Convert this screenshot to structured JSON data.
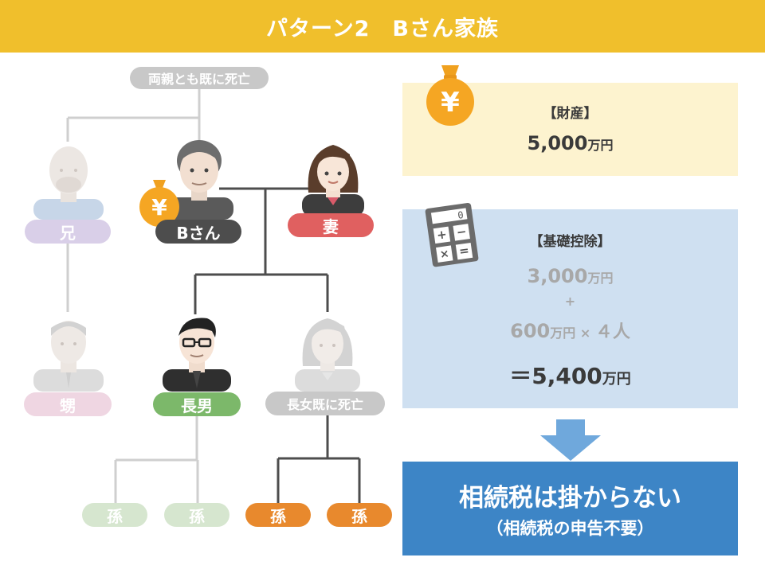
{
  "title": "パターン2　Bさん家族",
  "tree": {
    "parents_note": "両親とも既に死亡",
    "brother": "兄",
    "b_san": "Bさん",
    "wife": "妻",
    "nephew": "甥",
    "eldest_son": "長男",
    "eldest_daughter": "長女既に死亡",
    "grandchild": "孫"
  },
  "assets_panel": {
    "heading": "【財産】",
    "amount": "5,000",
    "unit": "万円",
    "yen_symbol": "¥"
  },
  "deduction_panel": {
    "heading": "【基礎控除】",
    "base_amount": "3,000",
    "base_unit": "万円",
    "plus": "+",
    "per_person_amount": "600",
    "per_person_unit": "万円",
    "times": "×",
    "people": "４人",
    "equals": "＝",
    "total_amount": "5,400",
    "total_unit": "万円",
    "calculator_display": "0"
  },
  "result_panel": {
    "main": "相続税は掛からない",
    "sub": "（相続税の申告不要）"
  },
  "colors": {
    "title_bar": "#f0bf2c",
    "assets_bg": "#fdf3cf",
    "deduction_bg": "#cfe0f1",
    "result_bg": "#3d85c6",
    "arrow": "#6fa8dc",
    "b_label": "#4d4d4d",
    "wife_label": "#e06060",
    "son_label": "#7cb86a",
    "grandchild_active": "#e8892d",
    "grandchild_faded": "#d6e6cf",
    "brother_label": "#d9cfe8",
    "nephew_label": "#efd6e2",
    "deceased_label": "#c8c8c8"
  }
}
